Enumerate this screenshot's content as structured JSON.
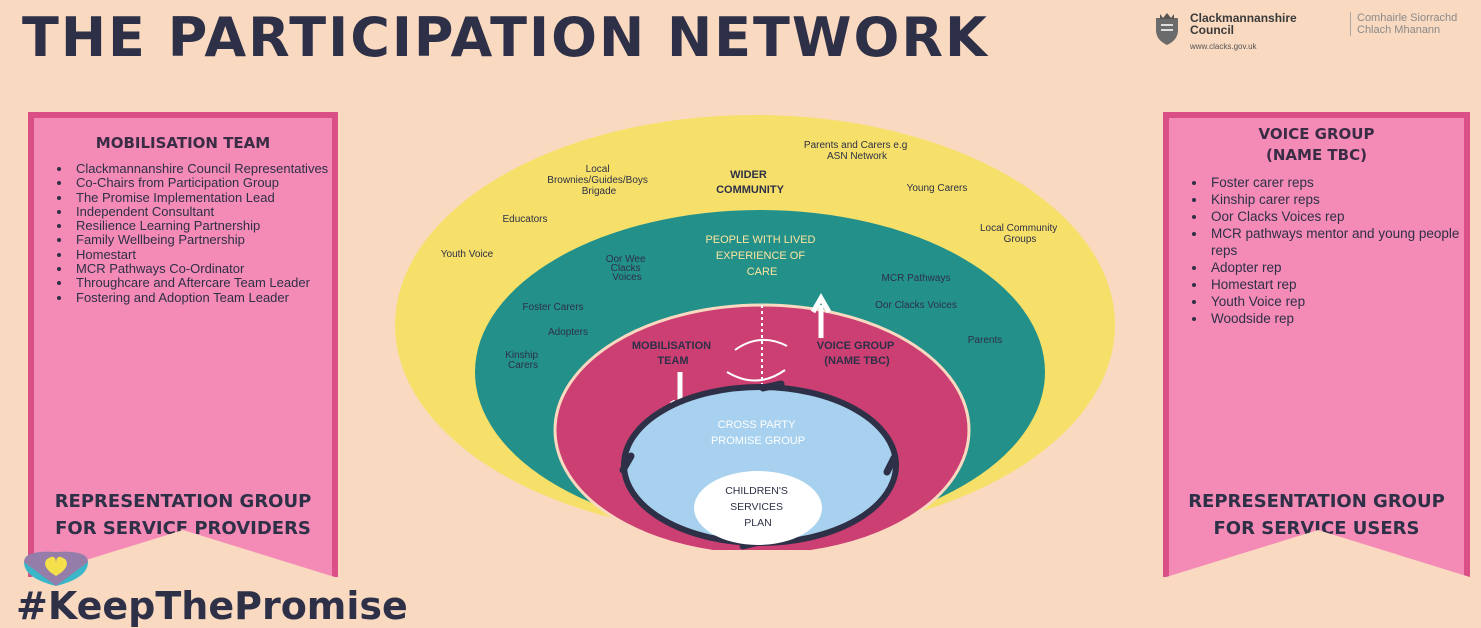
{
  "title": "THE PARTICIPATION NETWORK",
  "logo": {
    "name_line1": "Clackmannanshire",
    "name_line2": "Council",
    "gaelic_line1": "Comhairle Siorrachd",
    "gaelic_line2": "Chlach Mhanann",
    "website": "www.clacks.gov.uk"
  },
  "left_banner": {
    "heading": "MOBILISATION TEAM",
    "items": [
      "Clackmannanshire Council Representatives",
      "Co-Chairs from Participation Group",
      "The Promise Implementation Lead",
      "Independent Consultant",
      "Resilience Learning Partnership",
      "Family Wellbeing Partnership",
      "Homestart",
      "MCR Pathways Co-Ordinator",
      "Throughcare and Aftercare Team Leader",
      "Fostering and Adoption Team Leader"
    ],
    "footer_line1": "REPRESENTATION GROUP",
    "footer_line2": "FOR SERVICE PROVIDERS"
  },
  "right_banner": {
    "heading_line1": "VOICE  GROUP",
    "heading_line2": "(NAME TBC)",
    "items": [
      "Foster carer reps",
      "Kinship carer reps",
      "Oor Clacks Voices rep",
      "MCR pathways mentor and young people reps",
      "Adopter rep",
      "Homestart rep",
      "Youth Voice rep",
      "Woodside rep"
    ],
    "footer_line1": "REPRESENTATION GROUP",
    "footer_line2": "FOR SERVICE USERS"
  },
  "diagram": {
    "outer": {
      "heading_line1": "WIDER",
      "heading_line2": "COMMUNITY",
      "parents_line1": "Parents and Carers e.g",
      "parents_line2": "ASN Network",
      "brownies_line1": "Local",
      "brownies_line2": "Brownies/Guides/Boys",
      "brownies_line3": "Brigade",
      "young_carers": "Young Carers",
      "educators": "Educators",
      "community_line1": "Local Community",
      "community_line2": "Groups",
      "youth_voice": "Youth Voice"
    },
    "lived": {
      "heading_line1": "PEOPLE WITH LIVED",
      "heading_line2": "EXPERIENCE OF",
      "heading_line3": "CARE",
      "oor_wee_line1": "Oor Wee",
      "oor_wee_line2": "Clacks",
      "oor_wee_line3": "Voices",
      "mcr_pathways": "MCR Pathways",
      "foster_carers": "Foster Carers",
      "oor_clacks_voices": "Oor Clacks Voices",
      "adopters": "Adopters",
      "parents": "Parents",
      "kinship_line1": "Kinship",
      "kinship_line2": "Carers"
    },
    "inner": {
      "mobilisation_line1": "MOBILISATION",
      "mobilisation_line2": "TEAM",
      "voice_line1": "VOICE GROUP",
      "voice_line2": "(NAME TBC)"
    },
    "core": {
      "cross_party_line1": "CROSS PARTY",
      "cross_party_line2": "PROMISE GROUP",
      "plan_line1": "CHILDREN'S",
      "plan_line2": "SERVICES",
      "plan_line3": "PLAN"
    }
  },
  "hashtag": "#KeepThePromise",
  "colors": {
    "background": "#f9d9c0",
    "navy": "#2d3047",
    "pink": "#f48ab6",
    "pink_border": "#d94f86",
    "yellow": "#f6e06a",
    "teal": "#23908a",
    "magenta": "#cc3f73",
    "light_blue": "#a7d1ee"
  }
}
